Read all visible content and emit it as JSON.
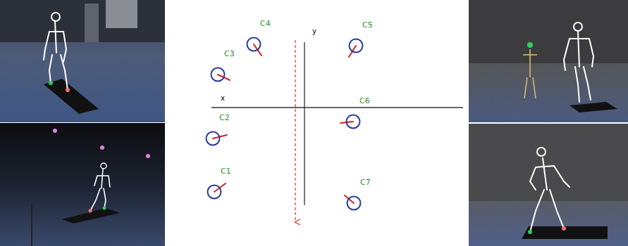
{
  "diagram": {
    "nodes": [
      {
        "text": [
          "C4"
        ]
      },
      {
        "text": [
          "C5"
        ]
      },
      {
        "text": [
          "C3"
        ]
      },
      {
        "text": [
          "C6"
        ]
      },
      {
        "text": [
          "C2"
        ]
      },
      {
        "text": [
          "C1"
        ]
      },
      {
        "text": [
          "C7"
        ]
      }
    ],
    "labels": [
      "x",
      "y"
    ]
  }
}
